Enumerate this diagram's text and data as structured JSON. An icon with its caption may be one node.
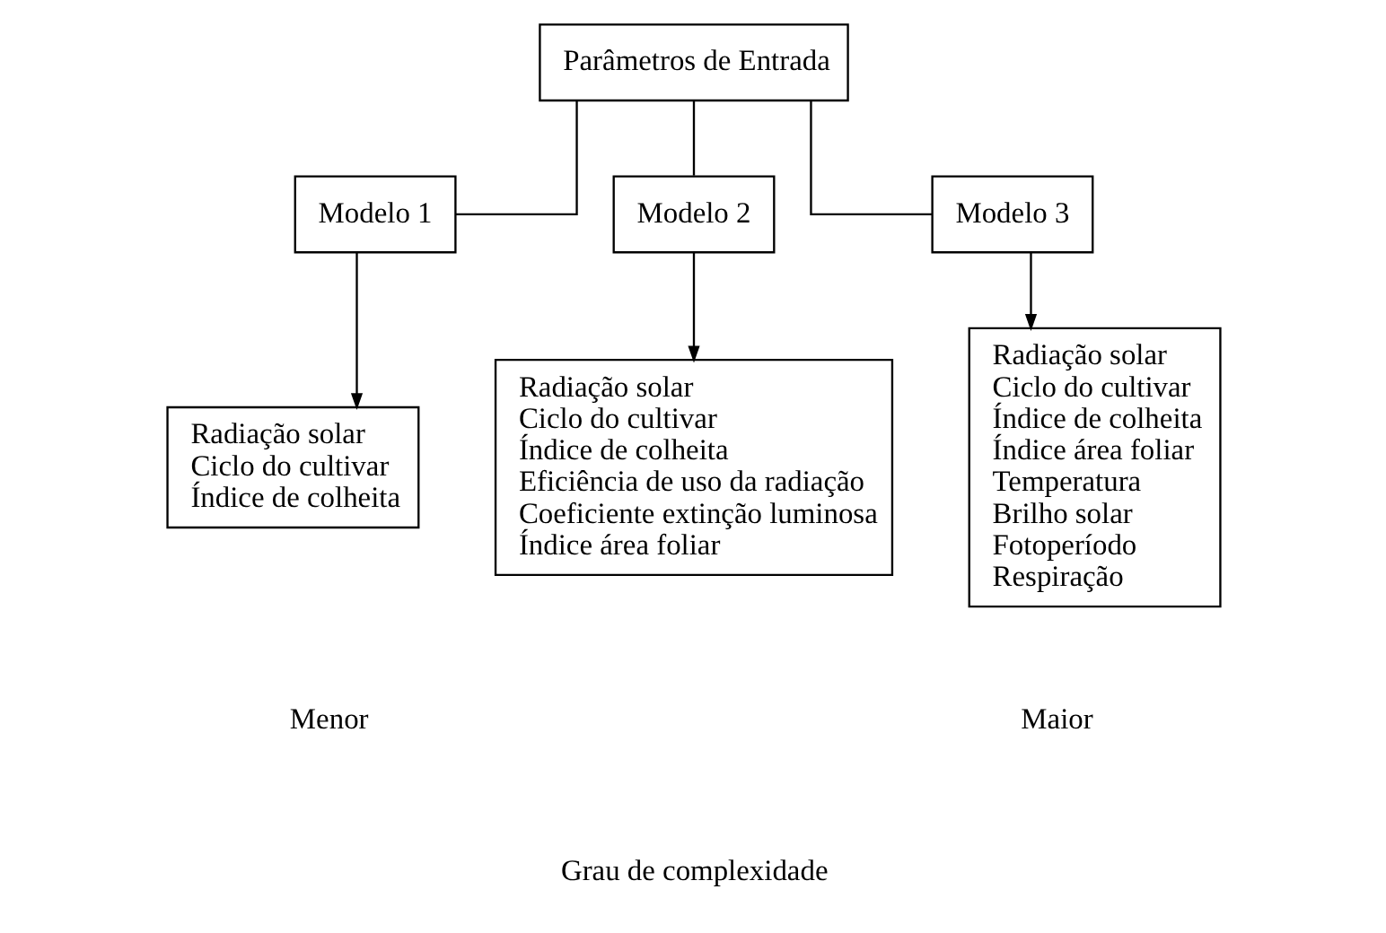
{
  "diagram": {
    "nodes": [
      {
        "text": [
          "Parâmetros de Entrada"
        ]
      },
      {
        "text": [
          "Modelo 1"
        ]
      },
      {
        "text": [
          "Modelo 2"
        ]
      },
      {
        "text": [
          "Modelo 3"
        ]
      },
      {
        "text": [
          "Radiação solar",
          "Ciclo do cultivar",
          "Índice de colheita"
        ]
      },
      {
        "text": [
          "Radiação solar",
          "Ciclo do cultivar",
          "Índice de colheita",
          "Eficiência de uso da radiação",
          "Coeficiente extinção luminosa",
          "Índice área foliar"
        ]
      },
      {
        "text": [
          "Radiação solar",
          "Ciclo do cultivar",
          "Índice de colheita",
          "Índice área foliar",
          "Temperatura",
          "Brilho solar",
          "Fotoperíodo",
          "Respiração"
        ]
      }
    ],
    "edges": [
      {
        "from": 0,
        "to": 1,
        "arrow": "none"
      },
      {
        "from": 0,
        "to": 2,
        "arrow": "none"
      },
      {
        "from": 0,
        "to": 3,
        "arrow": "none"
      },
      {
        "from": 1,
        "to": 4,
        "arrow": "to"
      },
      {
        "from": 2,
        "to": 5,
        "arrow": "to"
      },
      {
        "from": 3,
        "to": 6,
        "arrow": "to"
      }
    ],
    "labels": [
      "Menor",
      "Maior",
      "Grau de complexidade"
    ]
  }
}
